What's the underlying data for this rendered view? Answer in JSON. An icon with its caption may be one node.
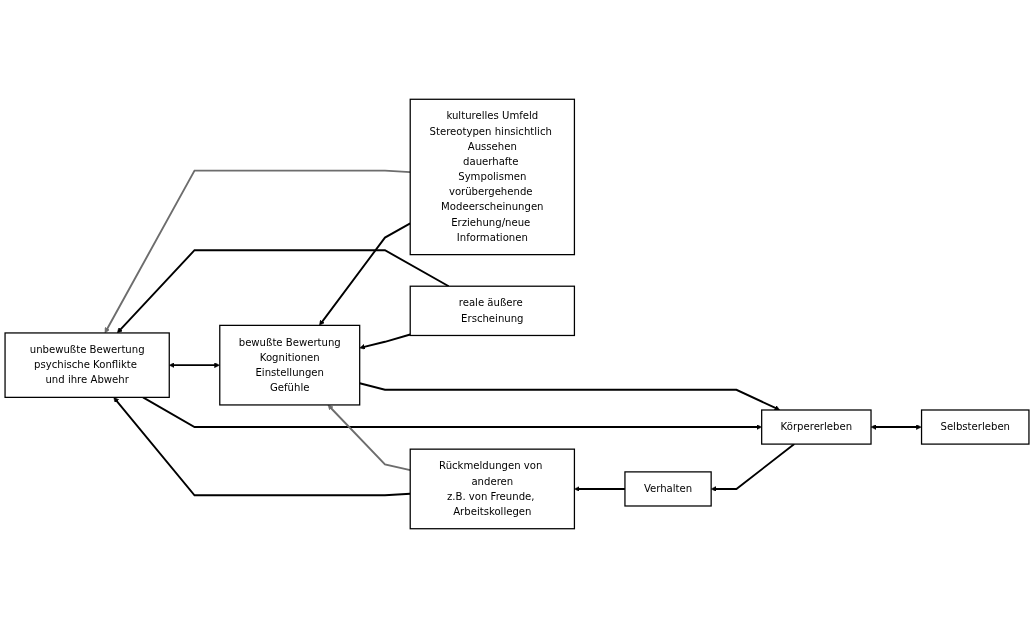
{
  "diagram": {
    "nodes": [
      {
        "text": [
          "Selbsterleben"
        ]
      },
      {
        "text": [
          "kulturelles Umfeld",
          "Stereotypen hinsichtlich Aussehen",
          "dauerhafte Sympolismen",
          "vorübergehende Modeerscheinungen",
          "Erziehung/neue Informationen"
        ]
      },
      {
        "text": [
          "bewußte Bewertung",
          "Kognitionen",
          "Einstellungen",
          "Gefühle"
        ]
      },
      {
        "text": [
          "Körpererleben"
        ]
      },
      {
        "text": [
          "reale äußere Erscheinung"
        ]
      },
      {
        "text": [
          "unbewußte Bewertung",
          "psychische Konflikte und ihre Abwehr"
        ]
      },
      {
        "text": [
          "Rückmeldungen von anderen",
          "z.B. von Freunde, Arbeitskollegen"
        ]
      },
      {
        "text": [
          "Verhalten"
        ]
      }
    ],
    "edges": [
      {
        "from": 0,
        "to": 3,
        "arrow": "both"
      },
      {
        "from": 2,
        "to": 3,
        "arrow": "to"
      },
      {
        "from": 5,
        "to": 3,
        "arrow": "to"
      },
      {
        "from": 2,
        "to": 5,
        "arrow": "both"
      },
      {
        "from": 3,
        "to": 7,
        "arrow": "to"
      },
      {
        "from": 7,
        "to": 6,
        "arrow": "to"
      },
      {
        "from": 1,
        "to": 2,
        "arrow": "to"
      },
      {
        "from": 4,
        "to": 2,
        "arrow": "to"
      },
      {
        "from": 4,
        "to": 5,
        "arrow": "to"
      },
      {
        "from": 6,
        "to": 5,
        "arrow": "to"
      },
      {
        "from": 1,
        "to": 5,
        "arrow": "to",
        "color": "#6d6d6d"
      },
      {
        "from": 6,
        "to": 2,
        "arrow": "to",
        "color": "#6d6d6d"
      }
    ]
  }
}
